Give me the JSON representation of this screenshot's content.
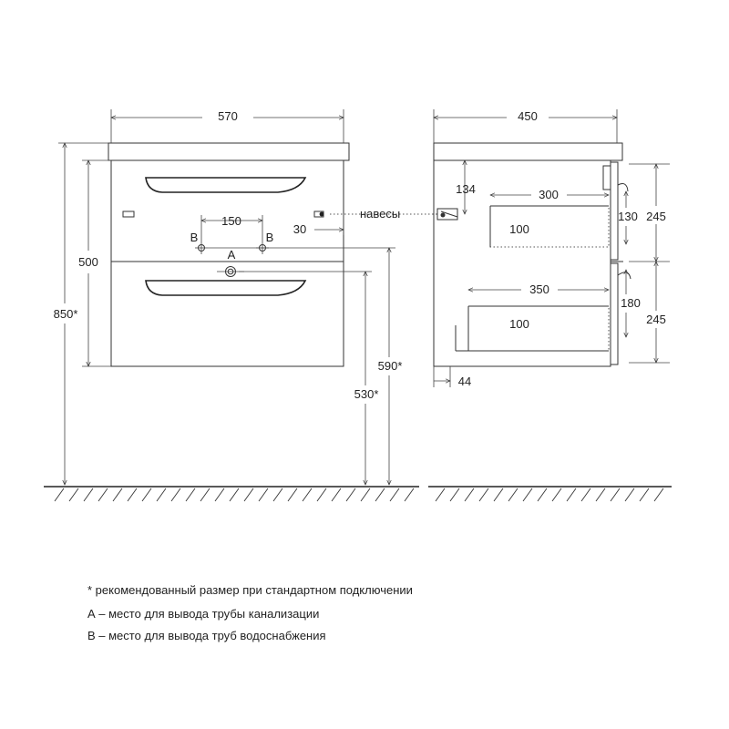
{
  "front": {
    "width": "570",
    "height": "500",
    "total_height": "850*",
    "pipe_spacing": "150",
    "hanger_offset": "30",
    "pipe_b_left": "B",
    "pipe_b_right": "B",
    "pipe_a": "A",
    "height_590": "590*",
    "height_530": "530*"
  },
  "side": {
    "depth": "450",
    "hanger_height": "134",
    "upper_drawer_depth": "300",
    "upper_drawer_height": "100",
    "upper_front_height": "130",
    "upper_box_height": "245",
    "lower_drawer_depth": "350",
    "lower_drawer_height": "100",
    "lower_front_height": "180",
    "lower_box_height": "245",
    "wall_gap": "44",
    "hangers_label": "навесы"
  },
  "notes": {
    "recommended": "* рекомендованный размер при стандартном подключении",
    "a_point": "А – место для вывода трубы канализации",
    "b_point": "В – место для вывода труб водоснабжения"
  }
}
